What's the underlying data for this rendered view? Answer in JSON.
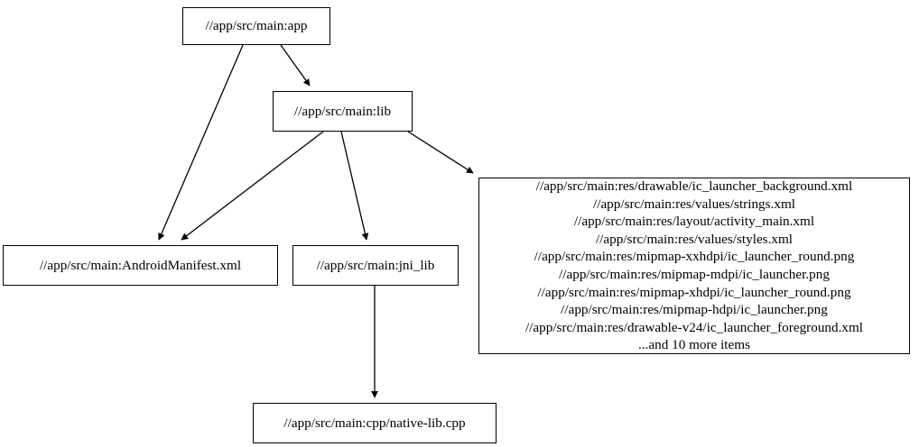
{
  "graph": {
    "type": "directed-dependency-graph",
    "background_color": "#ffffff",
    "node_border_color": "#000000",
    "edge_color": "#000000",
    "nodes": [
      {
        "id": "app",
        "label": "//app/src/main:app"
      },
      {
        "id": "lib",
        "label": "//app/src/main:lib"
      },
      {
        "id": "manifest",
        "label": "//app/src/main:AndroidManifest.xml"
      },
      {
        "id": "jni_lib",
        "label": "//app/src/main:jni_lib"
      },
      {
        "id": "native_lib",
        "label": "//app/src/main:cpp/native-lib.cpp"
      },
      {
        "id": "res_group",
        "lines": [
          "//app/src/main:res/drawable/ic_launcher_background.xml",
          "//app/src/main:res/values/strings.xml",
          "//app/src/main:res/layout/activity_main.xml",
          "//app/src/main:res/values/styles.xml",
          "//app/src/main:res/mipmap-xxhdpi/ic_launcher_round.png",
          "//app/src/main:res/mipmap-mdpi/ic_launcher.png",
          "//app/src/main:res/mipmap-xhdpi/ic_launcher_round.png",
          "//app/src/main:res/mipmap-hdpi/ic_launcher.png",
          "//app/src/main:res/drawable-v24/ic_launcher_foreground.xml",
          "...and 10 more items"
        ],
        "label": "//app/src/main:res/drawable/ic_launcher_background.xml\n//app/src/main:res/values/strings.xml\n//app/src/main:res/layout/activity_main.xml\n//app/src/main:res/values/styles.xml\n//app/src/main:res/mipmap-xxhdpi/ic_launcher_round.png\n//app/src/main:res/mipmap-mdpi/ic_launcher.png\n//app/src/main:res/mipmap-xhdpi/ic_launcher_round.png\n//app/src/main:res/mipmap-hdpi/ic_launcher.png\n//app/src/main:res/drawable-v24/ic_launcher_foreground.xml\n...and 10 more items"
      }
    ],
    "edges": [
      {
        "from": "app",
        "to": "lib"
      },
      {
        "from": "app",
        "to": "manifest"
      },
      {
        "from": "lib",
        "to": "manifest"
      },
      {
        "from": "lib",
        "to": "jni_lib"
      },
      {
        "from": "lib",
        "to": "res_group"
      },
      {
        "from": "jni_lib",
        "to": "native_lib"
      }
    ]
  }
}
